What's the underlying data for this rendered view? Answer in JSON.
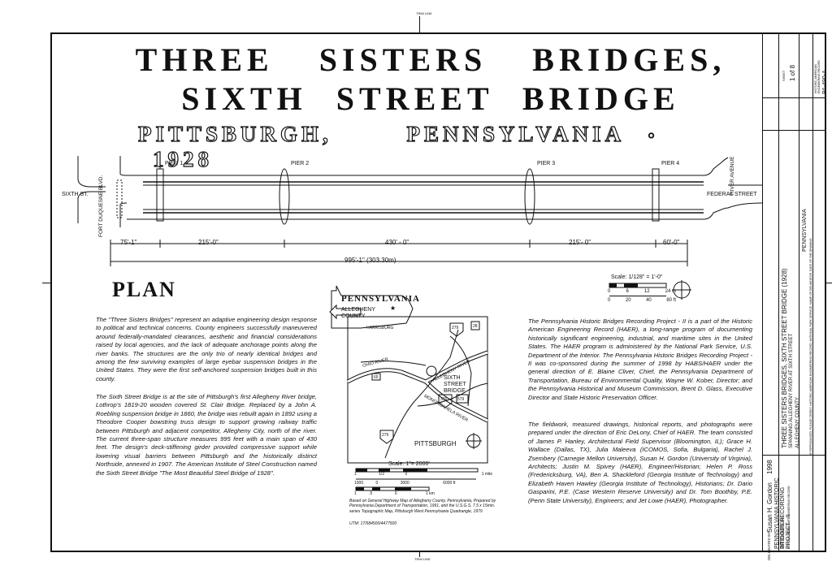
{
  "sheet": {
    "top_mark": "TRIM LINE",
    "bottom_mark": "TRIM LINE"
  },
  "title": {
    "line1": "THREE SISTERS BRIDGES,",
    "line2": "SIXTH STREET BRIDGE",
    "city": "PITTSBURGH,",
    "state": "PENNSYLVANIA",
    "year": "1928"
  },
  "plan": {
    "labels": {
      "pier1": "PIER 1",
      "pier2": "PIER 2",
      "pier3": "PIER 3",
      "pier4": "PIER 4",
      "sixth_st": "SIXTH ST.",
      "federal_street": "FEDERAL STREET",
      "fort_duquesne": "FORT DUQUESNE BLVD.",
      "river_avenue": "RIVER AVENUE"
    },
    "dimensions": {
      "d1": "75'-1\"",
      "d2": "215'-0\"",
      "d3": "430' - 0\"",
      "d4": "215'- 0\"",
      "d5": "60'-0\"",
      "total": "995'-1\" (303.30m)"
    },
    "heading": "PLAN"
  },
  "scale_bar": {
    "label": "Scale: 1/128\" = 1'-0\"",
    "metric": [
      "0",
      "6",
      "12",
      "24 m"
    ],
    "feet": [
      "0",
      "20",
      "40",
      "80 ft"
    ]
  },
  "map": {
    "state": "PENNSYLVANIA",
    "county": "ALLEGHENY COUNTY",
    "harrisburg": "HARRISBURG",
    "rivers": {
      "ohio": "OHIO RIVER",
      "allegheny": "ALLEGHENY RIVER",
      "mon": "MONONGAHELA RIVER"
    },
    "bridge_label": "SIXTH STREET BRIDGE",
    "city": "PITTSBURGH",
    "routes": [
      "279",
      "28",
      "65",
      "579",
      "376",
      "279"
    ],
    "scale_label": "Scale: 1\"= 2000'",
    "scale_mi": [
      "1",
      "1/2",
      "0",
      "1 mile"
    ],
    "scale_ft": [
      "1000",
      "0",
      "3000",
      "6000 ft"
    ],
    "scale_km": [
      "1",
      ".5",
      "0",
      "1 km"
    ],
    "source": "Based on General Highway Map of Allegheny County, Pennsylvania, Prepared by Pennsylvania Department of Transportation, 1991, and the U.S.G.S. 7.5 x 15min. series Topographic Map, Pittsburgh West Pennsylvania Quadrangle, 1979",
    "utm": "UTM: 17/584500/4477500"
  },
  "text": {
    "p1": "The \"Three Sisters Bridges\" represent an adaptive engineering design response to political and technical concerns. County engineers successfully maneuvered around federally-mandated clearances, aesthetic and financial considerations raised by local agencies, and the lack of adequate anchorage points along the river banks. The structures are the only trio of nearly identical bridges and among the few surviving examples of large eyebar suspension bridges in the United States. They were the first self-anchored suspension bridges built in this county.",
    "p2": "The Sixth Street Bridge is at the site of Pittsburgh's first Allegheny River bridge, Lothrop's 1819-20 wooden covered St. Clair Bridge. Replaced by a John A. Roebling suspension bridge in 1860, the bridge was rebuilt again in 1892 using a Theodore Cooper bowstring truss design to support growing railway traffic between Pittsburgh and adjacent competitor, Allegheny City, north of the river. The current three-span structure measures 995 feet with a main span of 430 feet. The design's deck-stiffening girder provided compressive support while lowering visual barriers between Pittsburgh and the historically distinct Northside, annexed in 1907. The American Institute of Steel Construction named the Sixth Street Bridge \"The Most Beautiful Steel Bridge of 1928\".",
    "p3": "The Pennsylvania Historic Bridges Recording Project - II is a part of the Historic American Engineering Record (HAER), a long-range program of documenting historically significant engineering, industrial, and maritime sites in the United States. The HAER program is administered by the National Park Service, U.S. Department of the Interior. The Pennsylvania Historic Bridges Recording Project - II was co-sponsored during the summer of 1998 by HABS/HAER under the general direction of E. Blaine Cliver, Chief, the Pennsylvania Department of Transportation, Bureau of Environmental Quality, Wayne W. Kober, Director; and the Pennsylvania Historical and Museum Commission, Brent D. Glass, Executive Director and State Historic Preservation Officer.",
    "p4": "The fieldwork, measured drawings, historical reports, and photographs were prepared under the direction of Eric DeLony, Chief of HAER. The team consisted of James P. Hanley, Architectural Field Supervisor (Bloomington, IL); Grace H. Wallace (Dallas, TX), Julia Maleeva (ICOMOS, Sofia, Bulgaria), Rachel J. Zsembery (Carnegie Mellon University), Susan H. Gordon (University of Virginia), Architects; Justin M. Spivey (HAER), Engineer/Historian; Helen P. Ross (Fredericksburg, VA), Ben A. Shackleford (Georgia Institute of Technology) and Elizabeth Haven Hawley (Georgia Institute of Technology), Historians; Dr. Dario Gasparini, P.E. (Case Western Reserve University) and Dr. Tom Boothby, P.E. (Penn State University), Engineers; and Jet Lowe (HAER), Photographer."
  },
  "sidebar": {
    "delineator_label": "DELINEATED BY:",
    "delineator": "Susan H. Gordon",
    "year": "1998",
    "program": "PENNSYLVANIA HISTORIC BRIDGES RECORDING PROJECT - II",
    "program_sub": "HISTORIC AMERICAN ENGINEERING RECORD",
    "title": "THREE SISTERS BRIDGES, SIXTH STREET BRIDGE (1928)",
    "subtitle": "SPANNING ALLEGHENY RIVER AT SIXTH STREET",
    "place": "PITTSBURGH",
    "county": "ALLEGHENY COUNTY",
    "state": "PENNSYLVANIA",
    "sheet_label": "SHEET",
    "sheet": "1 of 8",
    "agency": "HISTORIC AMERICAN ENGINEERING RECORD",
    "survey": "PA-490-A",
    "notice": "IF REPRODUCED, PLEASE CREDIT: HISTORIC AMERICAN ENGINEERING RECORD, NATIONAL PARK SERVICE, NAME OF DELINEATOR, DATE OF THE DRAWING"
  }
}
